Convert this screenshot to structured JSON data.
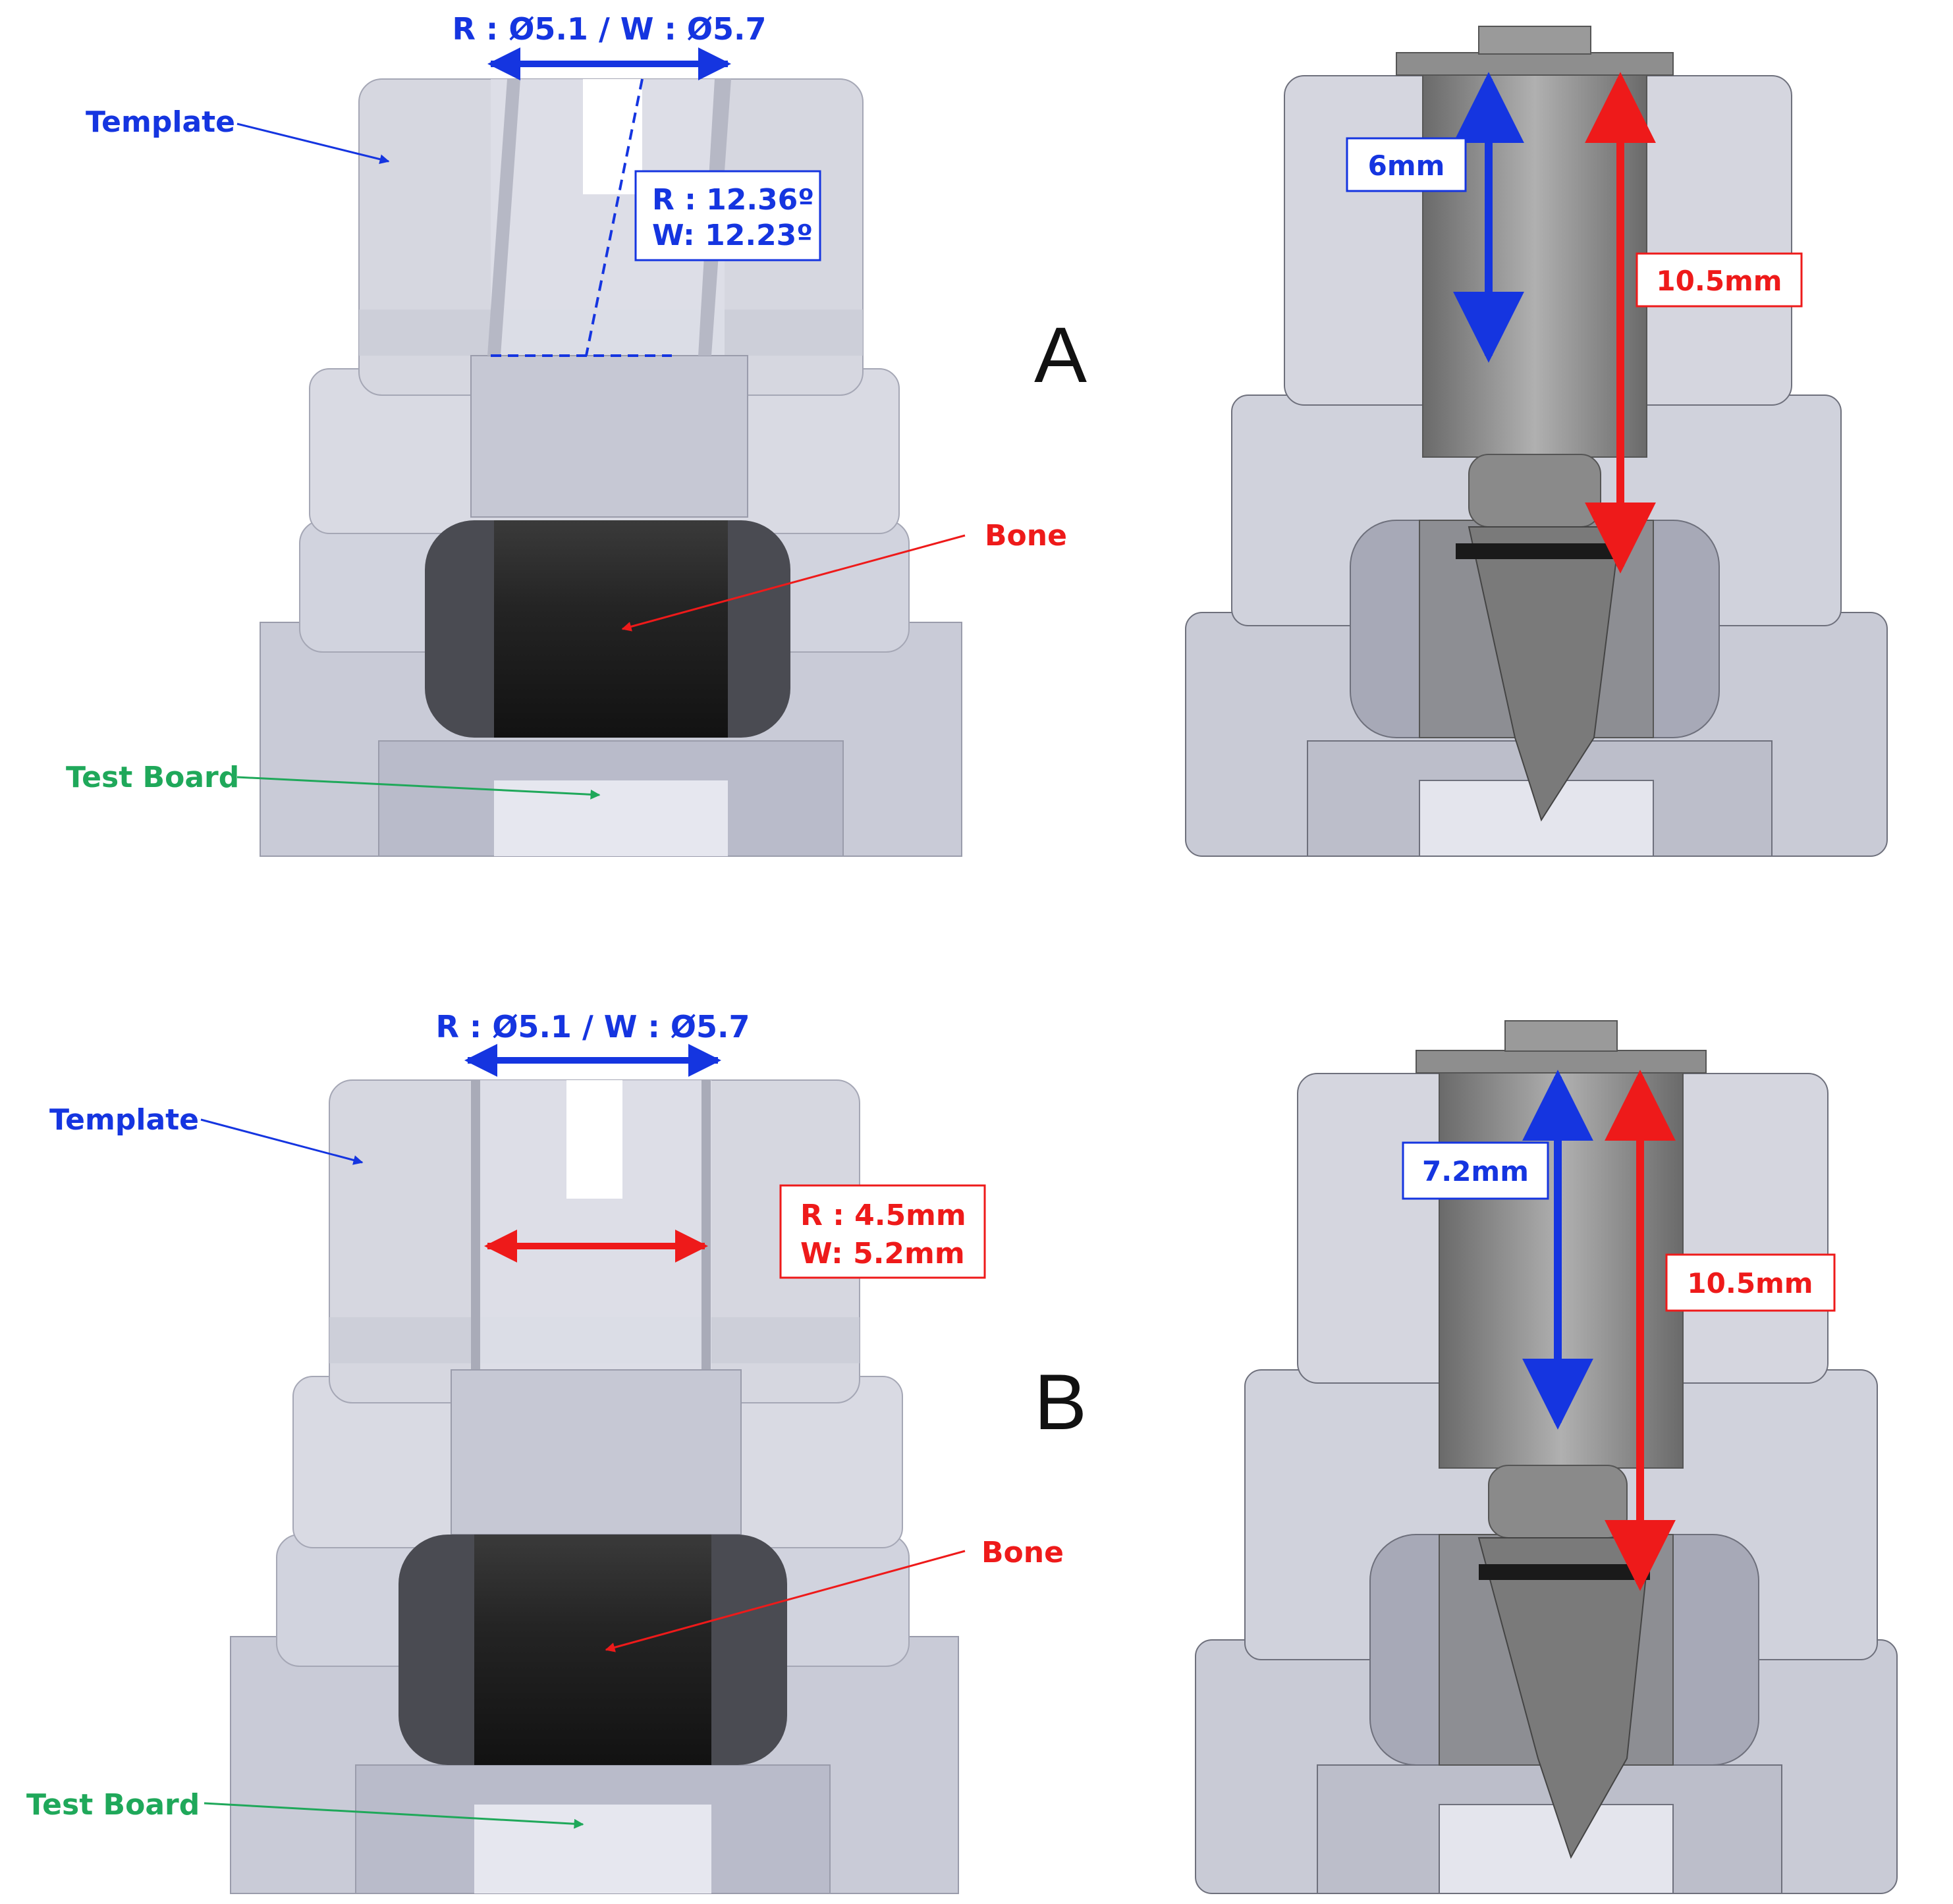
{
  "panel_a": {
    "letter": "A",
    "left": {
      "diameter_label": "R : Ø5.1 / W : Ø5.7",
      "template_label": "Template",
      "angle_r": "R : 12.36º",
      "angle_w": "W: 12.23º",
      "bone_label": "Bone",
      "board_label": "Test Board"
    },
    "right": {
      "depth_label": "6mm",
      "total_label": "10.5mm"
    }
  },
  "panel_b": {
    "letter": "B",
    "left": {
      "diameter_label": "R : Ø5.1 / W : Ø5.7",
      "template_label": "Template",
      "width_r": "R : 4.5mm",
      "width_w": "W: 5.2mm",
      "bone_label": "Bone",
      "board_label": "Test Board"
    },
    "right": {
      "depth_label": "7.2mm",
      "total_label": "10.5mm"
    }
  },
  "colors": {
    "blue": "#1535e0",
    "red": "#ee1a1a",
    "green": "#1fa85a",
    "bone": "#222222"
  }
}
